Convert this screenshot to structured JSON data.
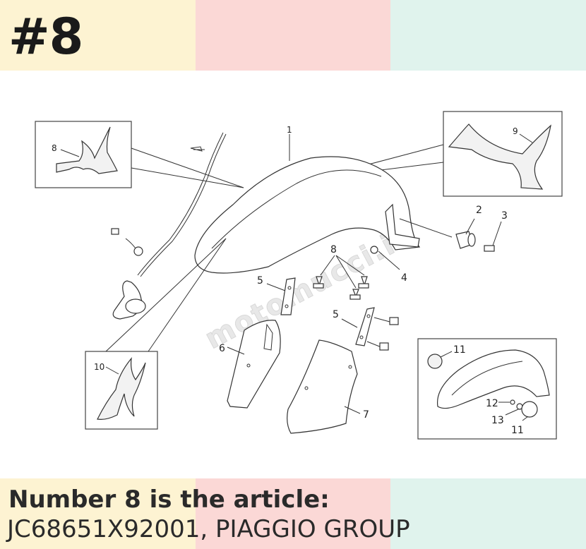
{
  "header": {
    "badge": "#8"
  },
  "caption": {
    "line1": "Number 8 is the article:",
    "line2": "JC68651X92001, PIAGGIO GROUP"
  },
  "diagram": {
    "labels": {
      "l1": "1",
      "l2": "2",
      "l3": "3",
      "l4": "4",
      "l5a": "5",
      "l5b": "5",
      "l6": "6",
      "l7": "7",
      "l8a": "8",
      "l8b": "8",
      "l9": "9",
      "l10": "10",
      "l11a": "11",
      "l11b": "11",
      "l12": "12",
      "l13": "13"
    },
    "watermark": "motomucci.it"
  },
  "colors": {
    "band_yellow": "#fdf3d2",
    "band_pink": "#fbd8d6",
    "band_green": "#e0f3ed",
    "text_dark": "#2a2a2a"
  }
}
